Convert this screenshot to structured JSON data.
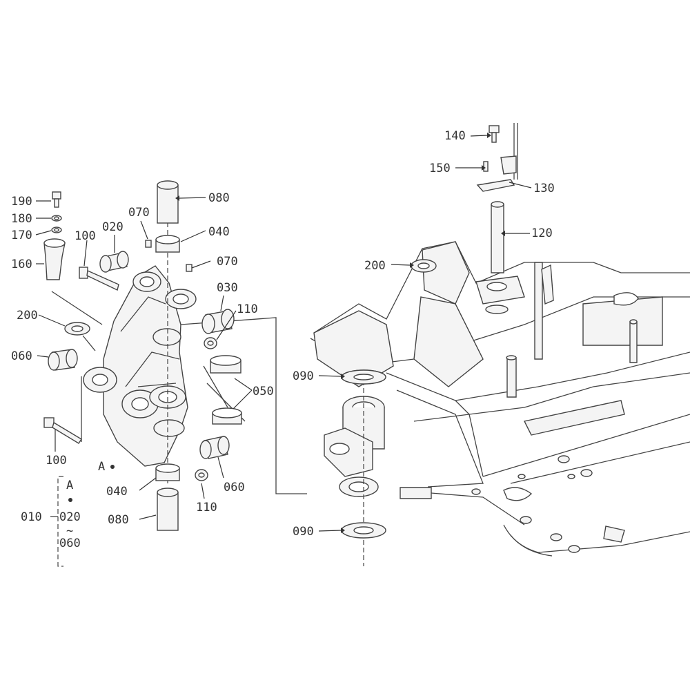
{
  "diagram": {
    "callouts": {
      "c140": "140",
      "c150": "150",
      "c130": "130",
      "c120": "120",
      "c200_right": "200",
      "c090_top": "090",
      "c090_bottom": "090",
      "c050": "050",
      "c190": "190",
      "c180": "180",
      "c170": "170",
      "c160": "160",
      "c080_top": "080",
      "c040_top": "040",
      "c070_a": "070",
      "c070_b": "070",
      "c020": "020",
      "c100_top": "100",
      "c030": "030",
      "c110_top": "110",
      "c200_left": "200",
      "c060_left": "060",
      "c100_bottom": "100",
      "c060_right": "060",
      "c040_bottom": "040",
      "c110_bottom": "110",
      "c080_bottom": "080",
      "mark_a": "A",
      "legend_a": "A",
      "legend_010": "010",
      "legend_020": "020",
      "legend_tilde": "~",
      "legend_060": "060"
    }
  }
}
